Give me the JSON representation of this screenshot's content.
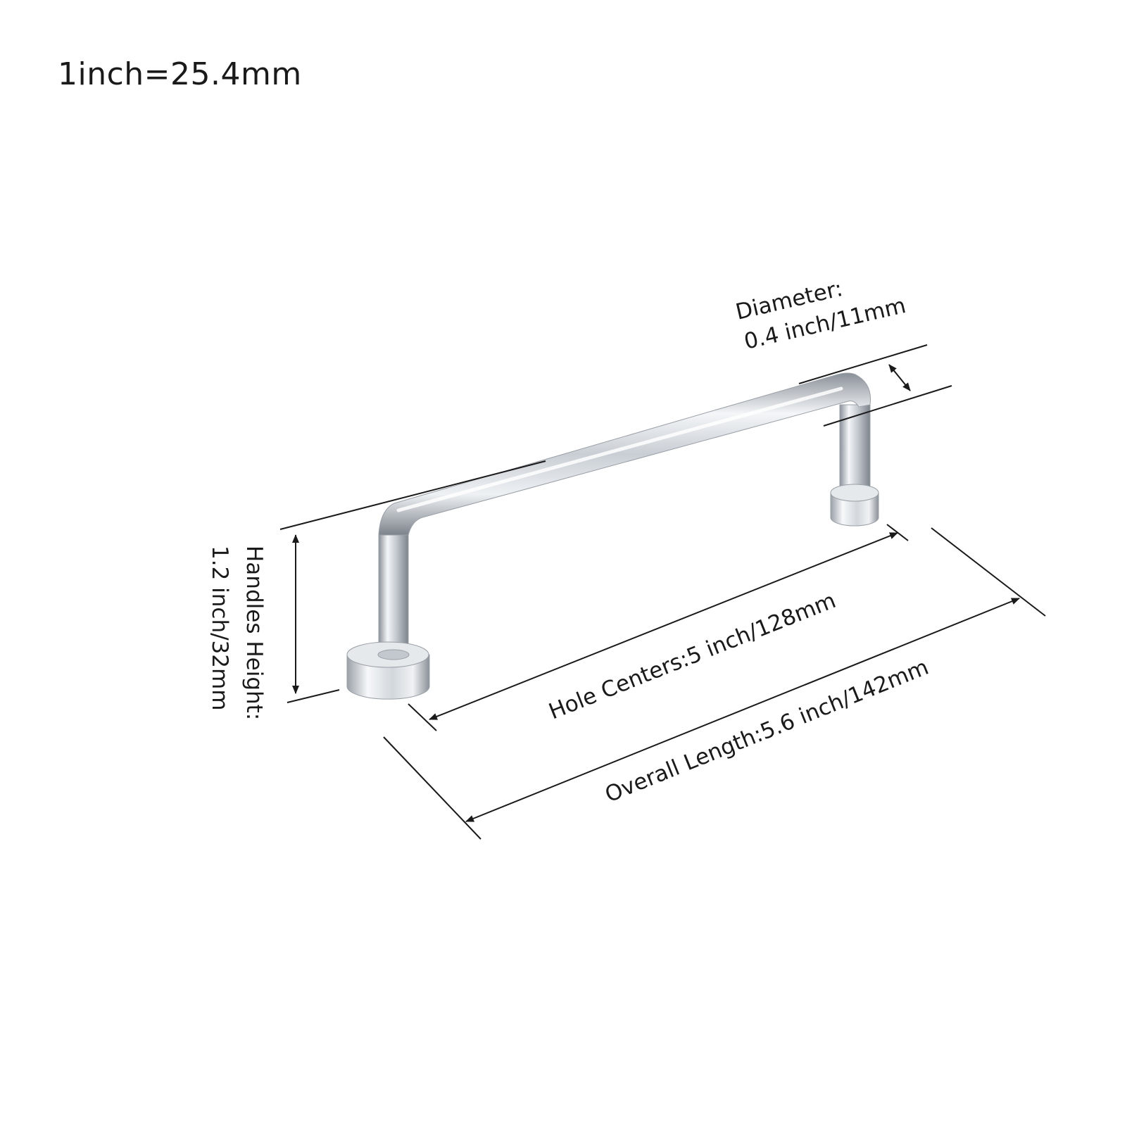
{
  "scale_note": "1inch=25.4mm",
  "dimensions": {
    "diameter": {
      "label": "Diameter:",
      "value": "0.4 inch/11mm"
    },
    "handles_height": {
      "label": "Handles Height:",
      "value": "1.2 inch/32mm"
    },
    "hole_centers": {
      "label": "Hole Centers:5 inch/128mm"
    },
    "overall_length": {
      "label": "Overall Length:5.6 inch/142mm"
    }
  },
  "colors": {
    "line": "#1a1a1a",
    "chrome_light": "#f4f6f8",
    "chrome_mid": "#c9ced4",
    "chrome_dark": "#8a9098",
    "background": "#ffffff"
  },
  "illustration": "chrome-cabinet-pull-handle"
}
